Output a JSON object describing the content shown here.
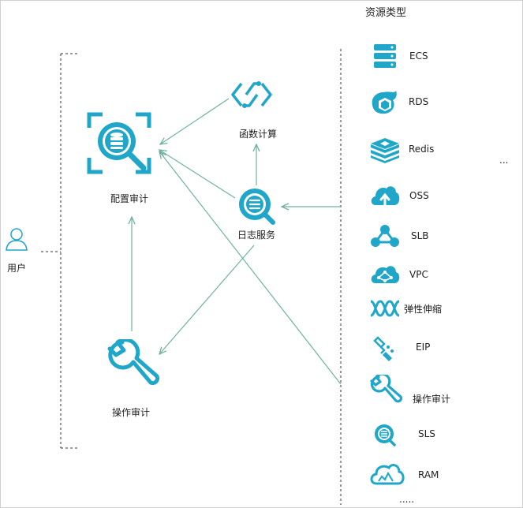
{
  "diagram": {
    "accent_color": "#1fa6c8",
    "arrow_color": "#6fb1a0",
    "user": {
      "label": "用户",
      "icon": "user-icon"
    },
    "config_audit": {
      "label": "配置审计",
      "icon": "config-audit-icon"
    },
    "function_compute": {
      "label": "函数计算",
      "icon": "function-compute-icon"
    },
    "log_service": {
      "label": "日志服务",
      "icon": "log-service-icon"
    },
    "action_trail": {
      "label": "操作审计",
      "icon": "wrench-icon"
    },
    "resource_types": {
      "title": "资源类型",
      "items": [
        {
          "label": "ECS",
          "icon": "server-icon"
        },
        {
          "label": "RDS",
          "icon": "rds-icon"
        },
        {
          "label": "Redis",
          "icon": "redis-icon"
        },
        {
          "label": "OSS",
          "icon": "cloud-upload-icon"
        },
        {
          "label": "SLB",
          "icon": "slb-icon"
        },
        {
          "label": "VPC",
          "icon": "vpc-icon"
        },
        {
          "label": "弹性伸缩",
          "icon": "autoscaling-icon"
        },
        {
          "label": "EIP",
          "icon": "eip-icon"
        },
        {
          "label": "操作审计",
          "icon": "wrench-icon"
        },
        {
          "label": "SLS",
          "icon": "sls-icon"
        },
        {
          "label": "RAM",
          "icon": "ram-icon"
        }
      ],
      "ellipsis_side": "...",
      "ellipsis_bottom": "....."
    }
  }
}
